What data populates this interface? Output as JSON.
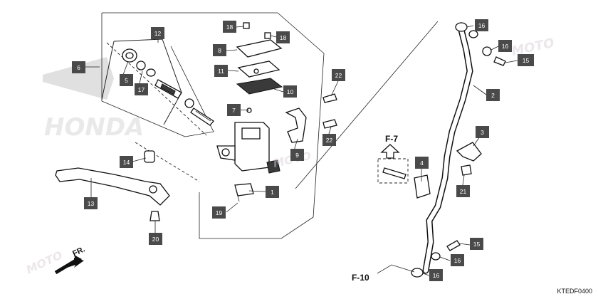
{
  "diagram": {
    "code": "KTEDF0400",
    "watermark_brand": "HONDA",
    "watermark_site": "MOTO",
    "direction_label": "FR.",
    "refs": {
      "f7": "F-7",
      "f10": "F-10"
    },
    "callouts": {
      "c1": "1",
      "c2": "2",
      "c3": "3",
      "c4": "4",
      "c5": "5",
      "c6": "6",
      "c7": "7",
      "c8": "8",
      "c9": "9",
      "c10": "10",
      "c11": "11",
      "c12": "12",
      "c13": "13",
      "c14": "14",
      "c15a": "15",
      "c15b": "15",
      "c16a": "16",
      "c16b": "16",
      "c16c": "16",
      "c16d": "16",
      "c17": "17",
      "c18a": "18",
      "c18b": "18",
      "c19": "19",
      "c20": "20",
      "c21": "21",
      "c22a": "22",
      "c22b": "22"
    }
  }
}
